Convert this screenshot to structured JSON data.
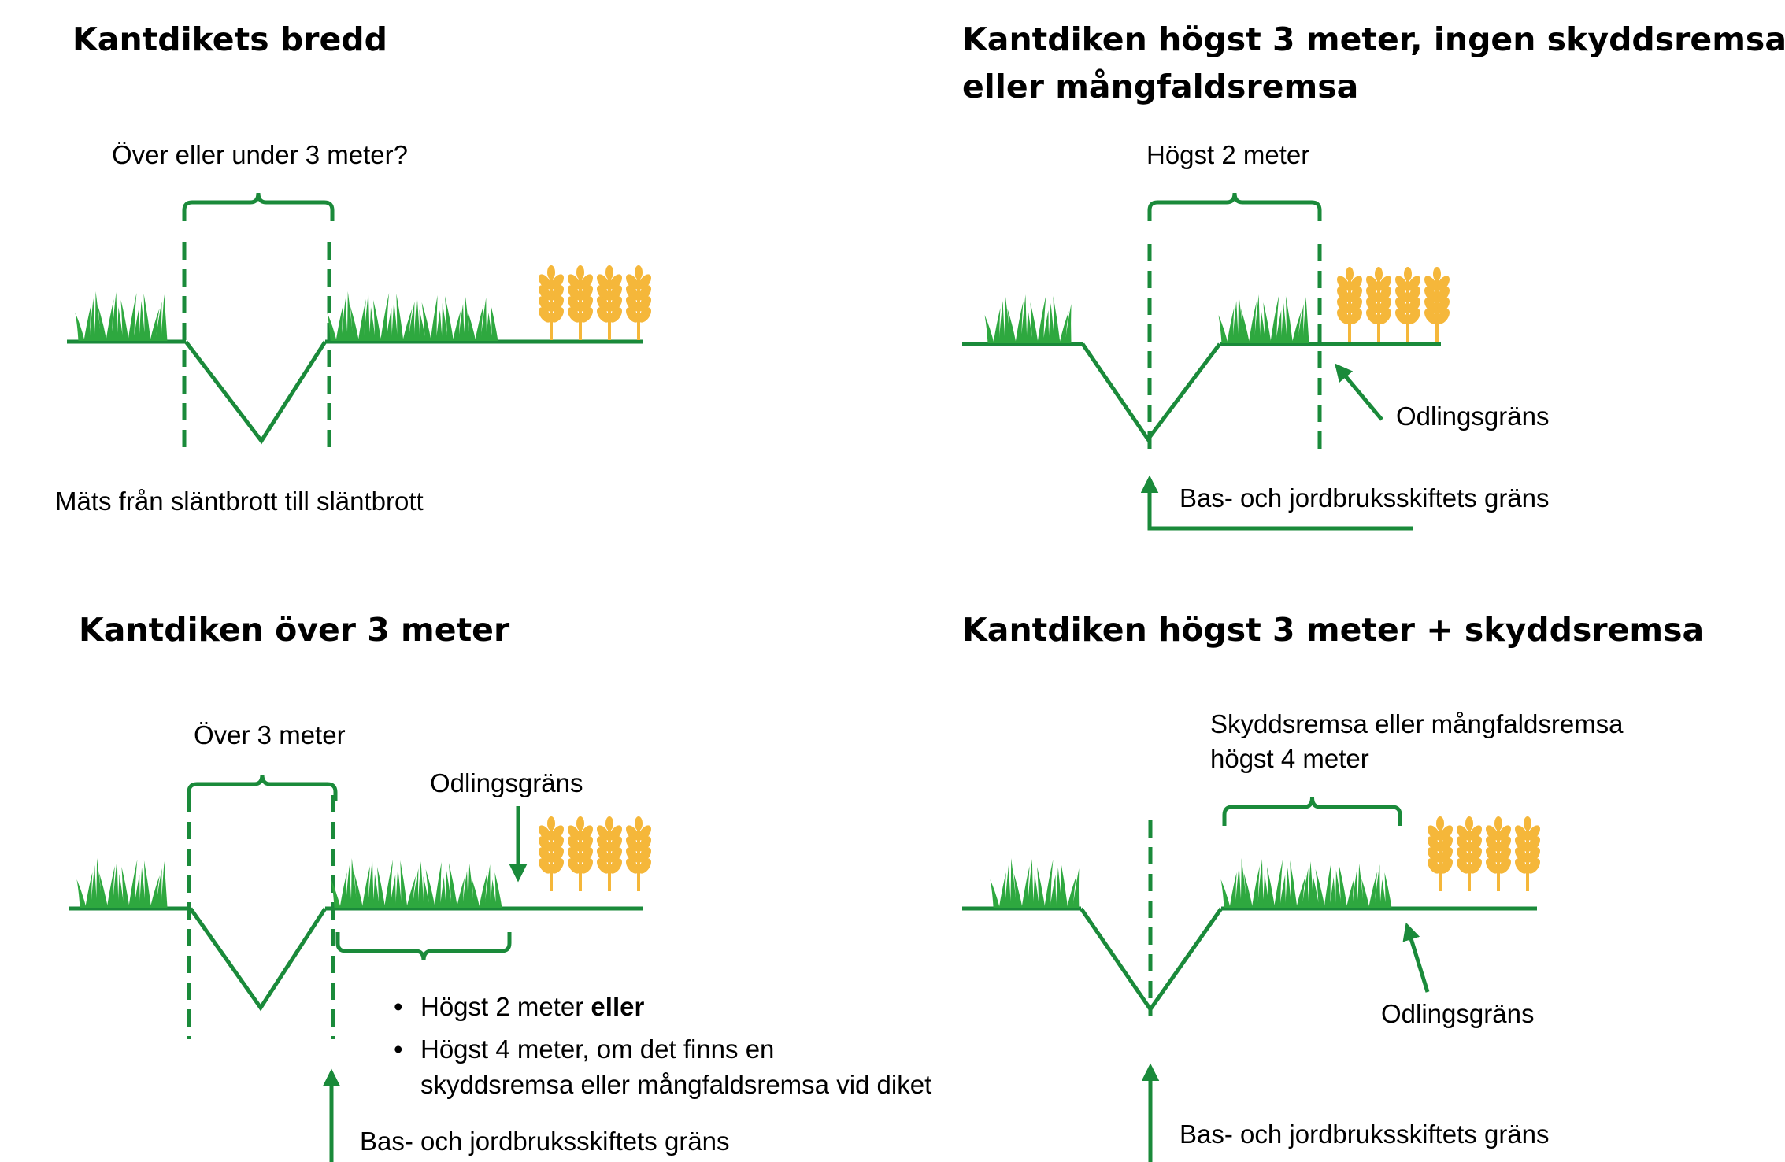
{
  "colors": {
    "green": "#1a8a3a",
    "grass": "#2ea83f",
    "grain": "#f5b73a"
  },
  "panels": {
    "top_left": {
      "title": "Kantdikets bredd",
      "question": "Över eller under 3 meter?",
      "measure_note": "Mäts från släntbrott till släntbrott"
    },
    "top_right": {
      "title_line1": "Kantdiken högst 3 meter, ingen skyddsremsa",
      "title_line2": "eller mångfaldsremsa",
      "width_label": "Högst 2 meter",
      "cultivation_label": "Odlingsgräns",
      "boundary_label": "Bas- och jordbruksskiftets gräns"
    },
    "bottom_left": {
      "title": "Kantdiken över 3 meter",
      "width_label": "Över 3 meter",
      "cultivation_label": "Odlingsgräns",
      "bullet1_text": "Högst 2 meter ",
      "bullet1_bold": "eller",
      "bullet2_line1": "Högst 4 meter, om det finns en",
      "bullet2_line2": "skyddsremsa eller mångfaldsremsa vid diket",
      "boundary_label": "Bas- och jordbruksskiftets gräns"
    },
    "bottom_right": {
      "title": "Kantdiken högst 3 meter + skyddsremsa",
      "strip_label_line1": "Skyddsremsa eller mångfaldsremsa",
      "strip_label_line2": "högst 4 meter",
      "cultivation_label": "Odlingsgräns",
      "boundary_label": "Bas- och jordbruksskiftets gräns"
    }
  }
}
